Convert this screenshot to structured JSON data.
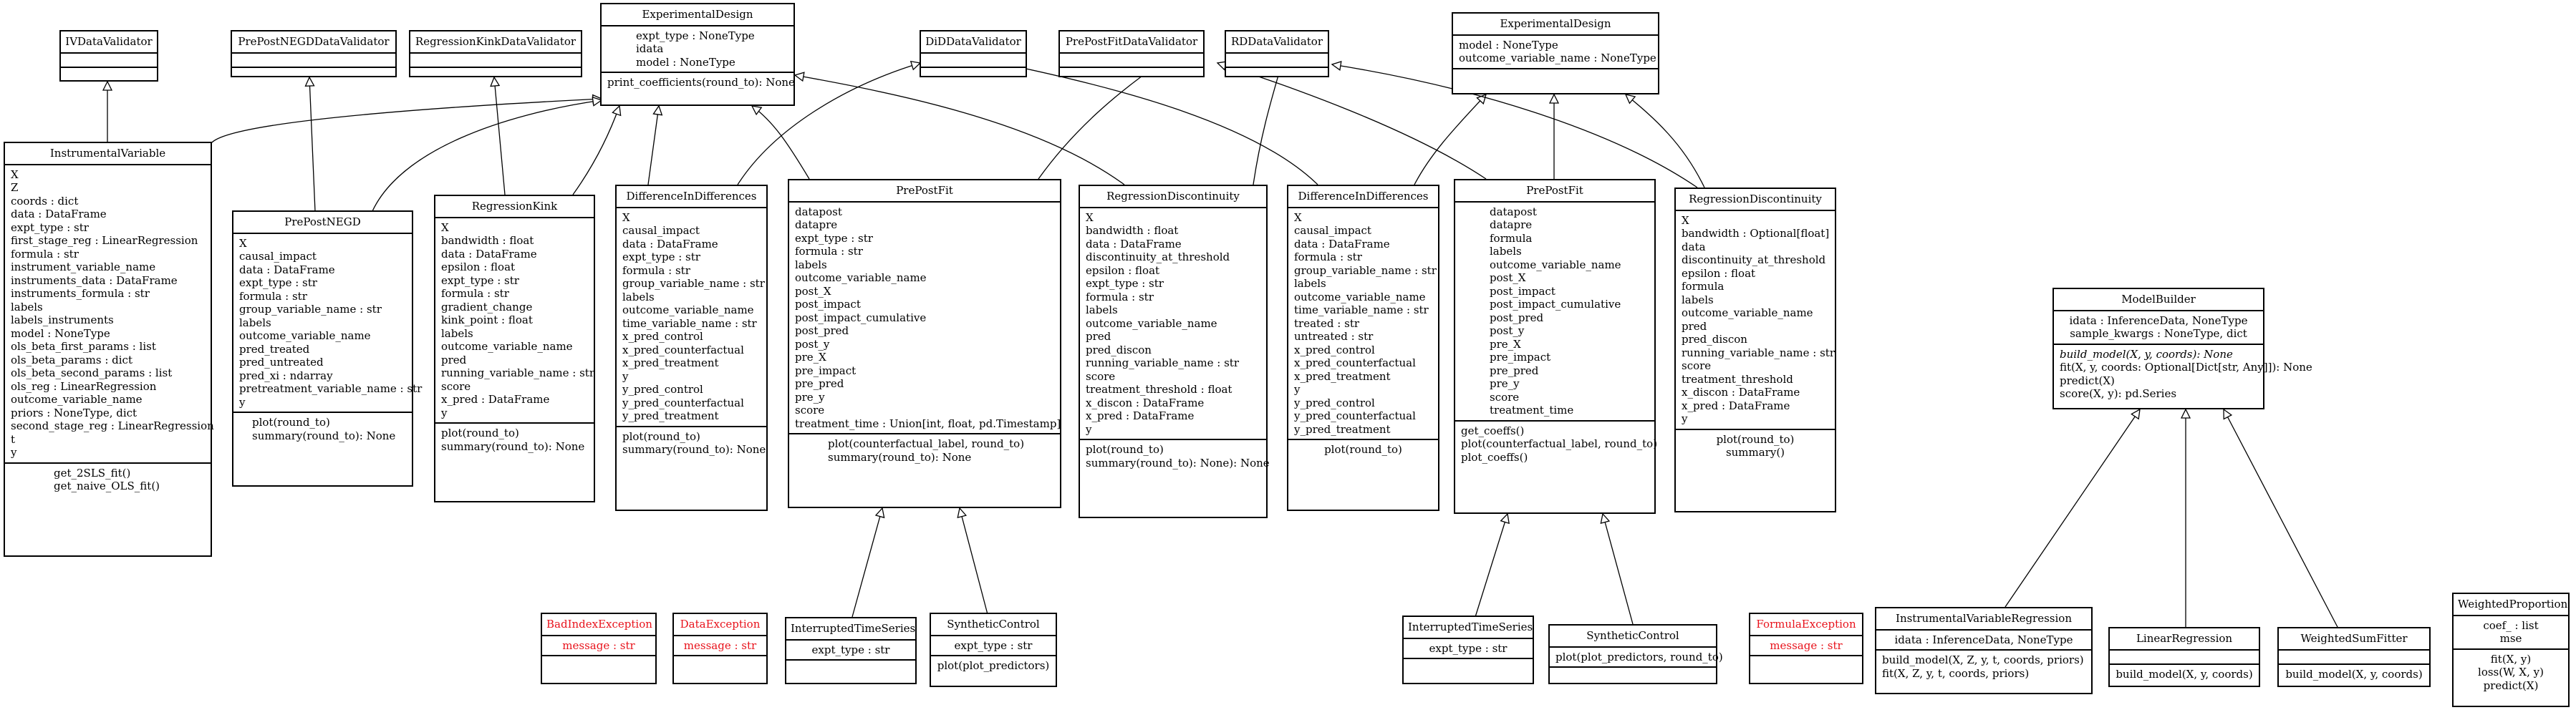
{
  "colors": {
    "line": "#000000",
    "exception_text": "#e8121b",
    "background": "#ffffff"
  },
  "classes": {
    "iv_validator": {
      "name": "IVDataValidator",
      "attributes": [],
      "methods": []
    },
    "prepostnegd_validator": {
      "name": "PrePostNEGDDataValidator",
      "attributes": [],
      "methods": []
    },
    "regressionkink_validator": {
      "name": "RegressionKinkDataValidator",
      "attributes": [],
      "methods": []
    },
    "experimental_design_1": {
      "name": "ExperimentalDesign",
      "attributes": [
        "expt_type : NoneType",
        "idata",
        "model : NoneType"
      ],
      "methods": [
        "print_coefficients(round_to): None"
      ]
    },
    "did_validator": {
      "name": "DiDDataValidator",
      "attributes": [],
      "methods": []
    },
    "prepostfit_validator": {
      "name": "PrePostFitDataValidator",
      "attributes": [],
      "methods": []
    },
    "rd_validator": {
      "name": "RDDataValidator",
      "attributes": [],
      "methods": []
    },
    "experimental_design_2": {
      "name": "ExperimentalDesign",
      "attributes": [
        "model : NoneType",
        "outcome_variable_name : NoneType"
      ],
      "methods": []
    },
    "instrumental_variable": {
      "name": "InstrumentalVariable",
      "attributes": [
        "X",
        "Z",
        "coords : dict",
        "data : DataFrame",
        "expt_type : str",
        "first_stage_reg : LinearRegression",
        "formula : str",
        "instrument_variable_name",
        "instruments_data : DataFrame",
        "instruments_formula : str",
        "labels",
        "labels_instruments",
        "model : NoneType",
        "ols_beta_first_params : list",
        "ols_beta_params : dict",
        "ols_beta_second_params : list",
        "ols_reg : LinearRegression",
        "outcome_variable_name",
        "priors : NoneType, dict",
        "second_stage_reg : LinearRegression",
        "t",
        "y"
      ],
      "methods": [
        "get_2SLS_fit()",
        "get_naive_OLS_fit()"
      ]
    },
    "prepostnegd": {
      "name": "PrePostNEGD",
      "attributes": [
        "X",
        "causal_impact",
        "data : DataFrame",
        "expt_type : str",
        "formula : str",
        "group_variable_name : str",
        "labels",
        "outcome_variable_name",
        "pred_treated",
        "pred_untreated",
        "pred_xi : ndarray",
        "pretreatment_variable_name : str",
        "y"
      ],
      "methods": [
        "plot(round_to)",
        "summary(round_to): None"
      ]
    },
    "regressionkink": {
      "name": "RegressionKink",
      "attributes": [
        "X",
        "bandwidth : float",
        "data : DataFrame",
        "epsilon : float",
        "expt_type : str",
        "formula : str",
        "gradient_change",
        "kink_point : float",
        "labels",
        "outcome_variable_name",
        "pred",
        "running_variable_name : str",
        "score",
        "x_pred : DataFrame",
        "y"
      ],
      "methods": [
        "plot(round_to)",
        "summary(round_to): None"
      ]
    },
    "did_1": {
      "name": "DifferenceInDifferences",
      "attributes": [
        "X",
        "causal_impact",
        "data : DataFrame",
        "expt_type : str",
        "formula : str",
        "group_variable_name : str",
        "labels",
        "outcome_variable_name",
        "time_variable_name : str",
        "x_pred_control",
        "x_pred_counterfactual",
        "x_pred_treatment",
        "y",
        "y_pred_control",
        "y_pred_counterfactual",
        "y_pred_treatment"
      ],
      "methods": [
        "plot(round_to)",
        "summary(round_to): None"
      ]
    },
    "prepostfit_1": {
      "name": "PrePostFit",
      "attributes": [
        "datapost",
        "datapre",
        "expt_type : str",
        "formula : str",
        "labels",
        "outcome_variable_name",
        "post_X",
        "post_impact",
        "post_impact_cumulative",
        "post_pred",
        "post_y",
        "pre_X",
        "pre_impact",
        "pre_pred",
        "pre_y",
        "score",
        "treatment_time : Union[int, float, pd.Timestamp]"
      ],
      "methods": [
        "plot(counterfactual_label, round_to)",
        "summary(round_to): None"
      ]
    },
    "rd_1": {
      "name": "RegressionDiscontinuity",
      "attributes": [
        "X",
        "bandwidth : float",
        "data : DataFrame",
        "discontinuity_at_threshold",
        "epsilon : float",
        "expt_type : str",
        "formula : str",
        "labels",
        "outcome_variable_name",
        "pred",
        "pred_discon",
        "running_variable_name : str",
        "score",
        "treatment_threshold : float",
        "x_discon : DataFrame",
        "x_pred : DataFrame",
        "y"
      ],
      "methods": [
        "plot(round_to)",
        "summary(round_to): None): None"
      ]
    },
    "did_2": {
      "name": "DifferenceInDifferences",
      "attributes": [
        "X",
        "causal_impact",
        "data : DataFrame",
        "formula : str",
        "group_variable_name : str",
        "labels",
        "outcome_variable_name",
        "time_variable_name : str",
        "treated : str",
        "untreated : str",
        "x_pred_control",
        "x_pred_counterfactual",
        "x_pred_treatment",
        "y",
        "y_pred_control",
        "y_pred_counterfactual",
        "y_pred_treatment"
      ],
      "methods": [
        "plot(round_to)"
      ]
    },
    "prepostfit_2": {
      "name": "PrePostFit",
      "attributes": [
        "datapost",
        "datapre",
        "formula",
        "labels",
        "outcome_variable_name",
        "post_X",
        "post_impact",
        "post_impact_cumulative",
        "post_pred",
        "post_y",
        "pre_X",
        "pre_impact",
        "pre_pred",
        "pre_y",
        "score",
        "treatment_time"
      ],
      "methods": [
        "get_coeffs()",
        "plot(counterfactual_label, round_to)",
        "plot_coeffs()"
      ]
    },
    "rd_2": {
      "name": "RegressionDiscontinuity",
      "attributes": [
        "X",
        "bandwidth : Optional[float]",
        "data",
        "discontinuity_at_threshold",
        "epsilon : float",
        "formula",
        "labels",
        "outcome_variable_name",
        "pred",
        "pred_discon",
        "running_variable_name : str",
        "score",
        "treatment_threshold",
        "x_discon : DataFrame",
        "x_pred : DataFrame",
        "y"
      ],
      "methods": [
        "plot(round_to)",
        "summary()"
      ]
    },
    "modelbuilder": {
      "name": "ModelBuilder",
      "attributes": [
        "idata : InferenceData, NoneType",
        "sample_kwargs : NoneType, dict"
      ],
      "methods_italic": [
        "build_model(X, y, coords): None"
      ],
      "methods": [
        "fit(X, y, coords: Optional[Dict[str, Any]]): None",
        "predict(X)",
        "score(X, y): pd.Series"
      ]
    },
    "badindex_exc": {
      "name": "BadIndexException",
      "attributes": [
        "message : str"
      ],
      "methods": []
    },
    "data_exc": {
      "name": "DataException",
      "attributes": [
        "message : str"
      ],
      "methods": []
    },
    "its_1": {
      "name": "InterruptedTimeSeries",
      "attributes": [
        "expt_type : str"
      ],
      "methods": []
    },
    "synthetic_1": {
      "name": "SyntheticControl",
      "attributes": [
        "expt_type : str"
      ],
      "methods": [
        "plot(plot_predictors)"
      ]
    },
    "its_2": {
      "name": "InterruptedTimeSeries",
      "attributes": [
        "expt_type : str"
      ],
      "methods": []
    },
    "synthetic_2": {
      "name": "SyntheticControl",
      "attributes": [],
      "methods": [
        "plot(plot_predictors, round_to)"
      ]
    },
    "formula_exc": {
      "name": "FormulaException",
      "attributes": [
        "message : str"
      ],
      "methods": []
    },
    "ivr": {
      "name": "InstrumentalVariableRegression",
      "attributes": [
        "idata : InferenceData, NoneType"
      ],
      "methods": [
        "build_model(X, Z, y, t, coords, priors)",
        "fit(X, Z, y, t, coords, priors)"
      ]
    },
    "linreg": {
      "name": "LinearRegression",
      "attributes": [],
      "methods": [
        "build_model(X, y, coords)"
      ]
    },
    "wsf": {
      "name": "WeightedSumFitter",
      "attributes": [],
      "methods": [
        "build_model(X, y, coords)"
      ]
    },
    "wp": {
      "name": "WeightedProportion",
      "attributes": [
        "coef_ : list",
        "mse"
      ],
      "methods": [
        "fit(X, y)",
        "loss(W, X, y)",
        "predict(X)"
      ]
    }
  }
}
